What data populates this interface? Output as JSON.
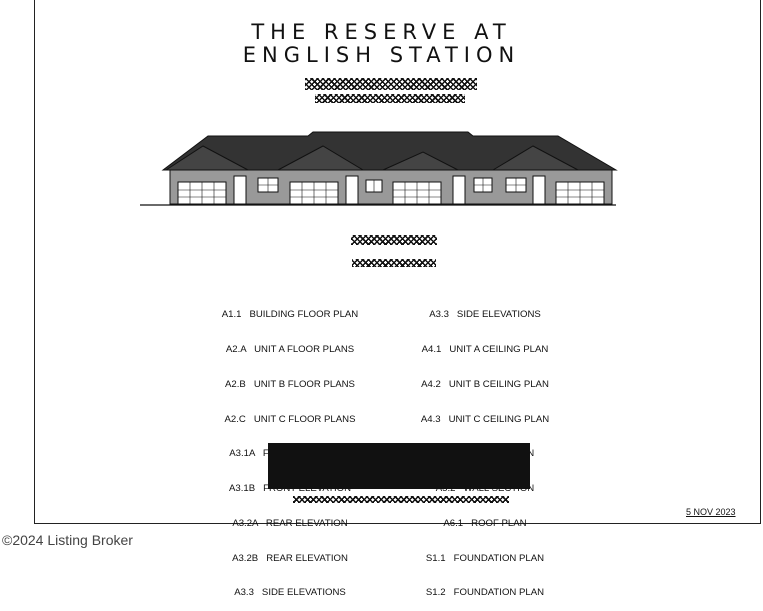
{
  "title_line1": "THE RESERVE AT",
  "title_line2": "ENGLISH STATION",
  "sheet_index_left": [
    "A1.1   BUILDING FLOOR PLAN",
    "A2.A   UNIT A FLOOR PLANS",
    "A2.B   UNIT B FLOOR PLANS",
    "A2.C   UNIT C FLOOR PLANS",
    "A3.1A   FRONT ELEVATION",
    "A3.1B   FRONT ELEVATION",
    "A3.2A   REAR ELEVATION",
    "A3.2B   REAR ELEVATION",
    "A3.3   SIDE ELEVATIONS"
  ],
  "sheet_index_right": [
    "A3.3   SIDE ELEVATIONS",
    "A4.1   UNIT A CEILING PLAN",
    "A4.2   UNIT B CEILING PLAN",
    "A4.3   UNIT C CEILING PLAN",
    "A5.1   WALL SECTION",
    "A5.2   WALL SECTION",
    "A6.1   ROOF PLAN",
    "S1.1   FOUNDATION PLAN",
    "S1.2   FOUNDATION PLAN"
  ],
  "date": "5 NOV 2023",
  "copyright": "©2024 Listing Broker"
}
